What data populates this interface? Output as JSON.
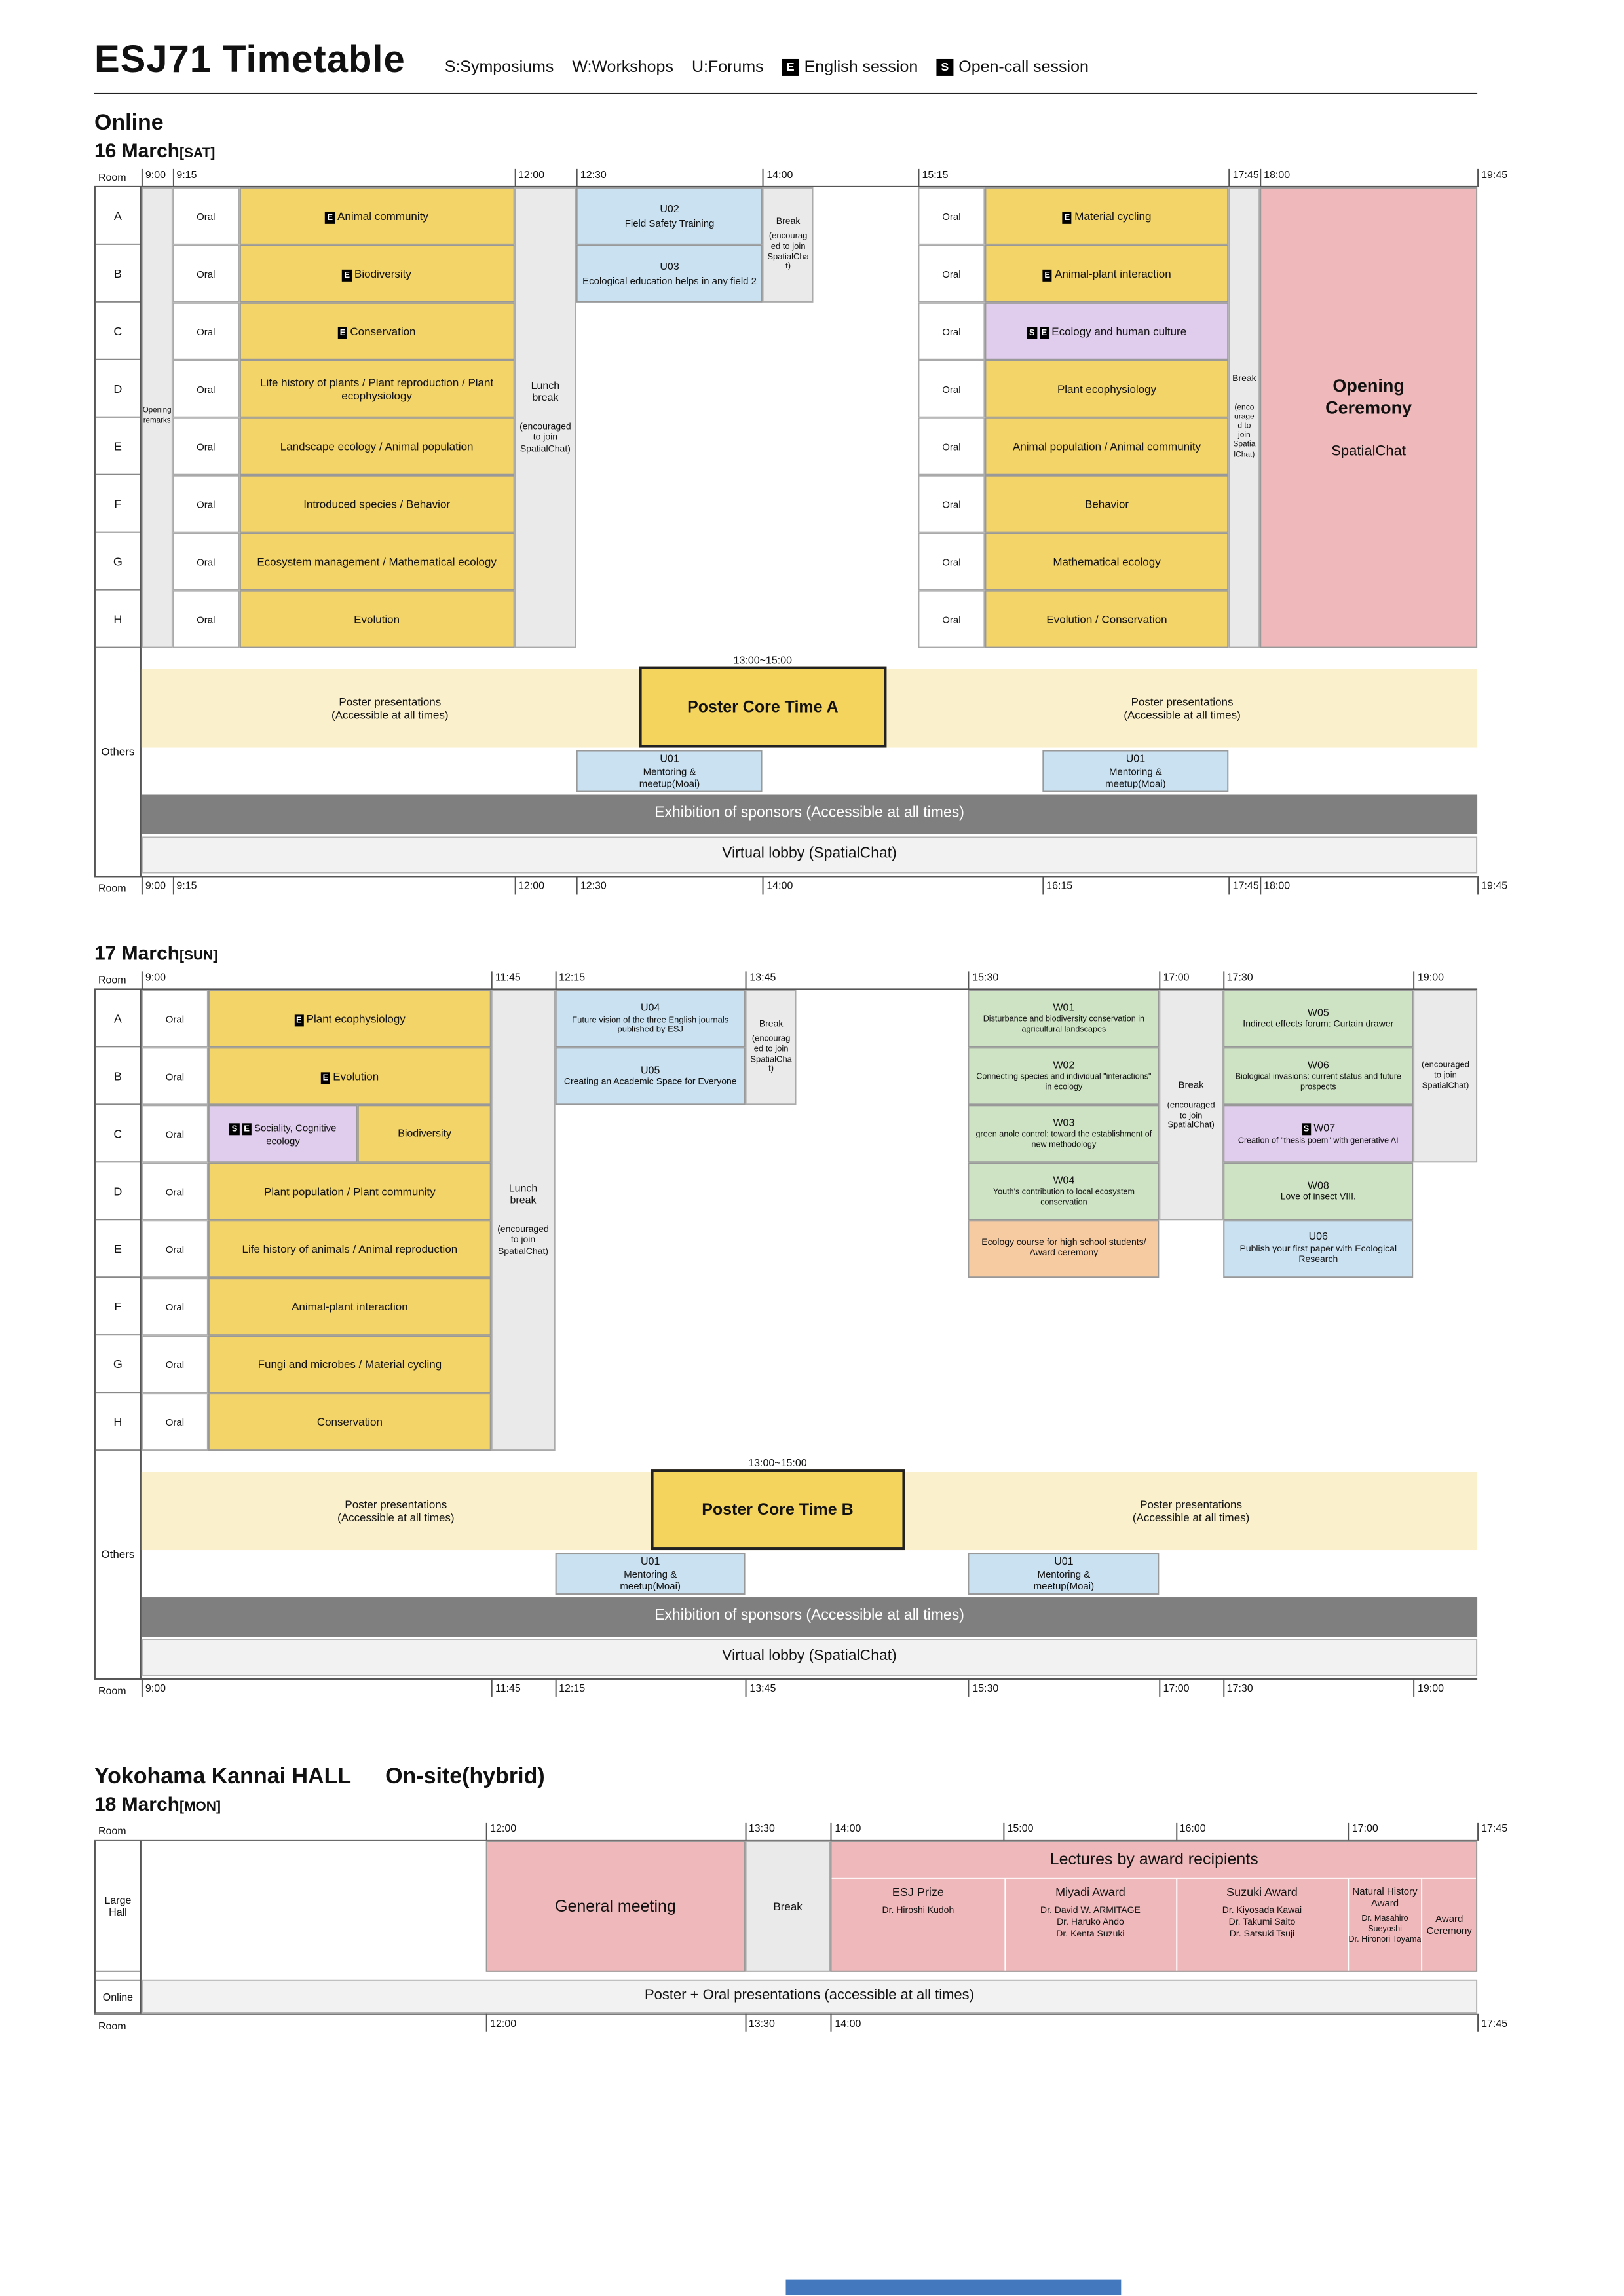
{
  "colors": {
    "session_yellow": "#F3D469",
    "forum_blue": "#C9E1F1",
    "workshop_green": "#CEE3C4",
    "open_call_purple": "#E0CCEC",
    "ceremony_pink": "#EFB9BB",
    "course_orange": "#F6CBA2",
    "poster_cream": "#FAF0CB",
    "break_gray": "#EAEAEA",
    "exhibition_gray": "#7F7F7F",
    "footer_blue": "#4478BE"
  },
  "header": {
    "title": "ESJ71 Timetable",
    "legend": {
      "symposiums": "S:Symposiums",
      "workshops": "W:Workshops",
      "forums": "U:Forums",
      "english_badge": "E",
      "english_label": "English session",
      "open_call_badge": "S",
      "open_call_label": "Open-call session"
    }
  },
  "online_heading": "Online",
  "day16": {
    "date": "16 March",
    "day_tag": "[SAT]",
    "room": "Room",
    "others": "Others",
    "oral": "Oral",
    "ruler_top": [
      "9:00",
      "9:15",
      "12:00",
      "12:30",
      "14:00",
      "15:15",
      "17:45",
      "18:00",
      "19:45"
    ],
    "ruler_bottom": [
      "9:00",
      "9:15",
      "12:00",
      "12:30",
      "14:00",
      "16:15",
      "17:45",
      "18:00",
      "19:45"
    ],
    "row_labels": [
      "A",
      "B",
      "C",
      "D",
      "E",
      "F",
      "G",
      "H"
    ],
    "opening_remarks": "Opening remarks",
    "lunch": {
      "l1": "Lunch break",
      "l2": "(encouraged to join SpatialChat)"
    },
    "break_ab": {
      "l1": "Break",
      "l2": "(encouraged to join SpatialChat)"
    },
    "break_pm": {
      "l1": "Break",
      "l2": "(encouraged to join SpatialChat)"
    },
    "morning": [
      {
        "badge": "E",
        "label": "Animal community"
      },
      {
        "badge": "E",
        "label": "Biodiversity"
      },
      {
        "badge": "E",
        "label": "Conservation"
      },
      {
        "label": "Life history of plants / Plant reproduction / Plant ecophysiology"
      },
      {
        "label": "Landscape ecology / Animal population"
      },
      {
        "label": "Introduced species / Behavior"
      },
      {
        "label": "Ecosystem management / Mathematical ecology"
      },
      {
        "label": "Evolution"
      }
    ],
    "afternoon": [
      {
        "badge": "E",
        "label": "Material cycling"
      },
      {
        "badge": "E",
        "label": "Animal-plant interaction"
      },
      {
        "badge": "S",
        "badge2": "E",
        "label": "Ecology and human culture"
      },
      {
        "label": "Plant ecophysiology"
      },
      {
        "label": "Animal population / Animal community"
      },
      {
        "label": "Behavior"
      },
      {
        "label": "Mathematical ecology"
      },
      {
        "label": "Evolution / Conservation"
      }
    ],
    "u02": {
      "code": "U02",
      "title": "Field Safety Training"
    },
    "u03": {
      "code": "U03",
      "title": "Ecological education helps in any field 2"
    },
    "ceremony": {
      "title": "Opening Ceremony",
      "subtitle": "SpatialChat"
    },
    "core_time": "13:00~15:00",
    "poster": "Poster presentations\n(Accessible at all times)",
    "core_a": "Poster Core Time A",
    "u01": {
      "code": "U01",
      "title": "Mentoring &\nmeetup(Moai)"
    },
    "exhibition": "Exhibition of sponsors (Accessible at all times)",
    "lobby": "Virtual lobby (SpatialChat)"
  },
  "day17": {
    "date": "17 March",
    "day_tag": "[SUN]",
    "room": "Room",
    "others": "Others",
    "oral": "Oral",
    "ruler": [
      "9:00",
      "11:45",
      "12:15",
      "13:45",
      "15:30",
      "17:00",
      "17:30",
      "19:00"
    ],
    "row_labels": [
      "A",
      "B",
      "C",
      "D",
      "E",
      "F",
      "G",
      "H"
    ],
    "lunch": {
      "l1": "Lunch break",
      "l2": "(encouraged to join SpatialChat)"
    },
    "break_ab": {
      "l1": "Break",
      "l2": "(encouraged to join SpatialChat)"
    },
    "break_pm": {
      "l1": "Break",
      "l2": "(encouraged to join SpatialChat)"
    },
    "tail_note": "(encouraged to join SpatialChat)",
    "morning": [
      {
        "badge": "E",
        "label": "Plant ecophysiology"
      },
      {
        "badge": "E",
        "label": "Evolution"
      },
      {
        "badge": "S",
        "badge2": "E",
        "label": "Sociality, Cognitive ecology"
      },
      {
        "label": "Plant population / Plant community"
      },
      {
        "label": "Life history of animals / Animal reproduction"
      },
      {
        "label": "Animal-plant interaction"
      },
      {
        "label": "Fungi and microbes / Material cycling"
      },
      {
        "label": "Conservation"
      }
    ],
    "morning_c2": {
      "label": "Biodiversity"
    },
    "u04": {
      "code": "U04",
      "title": "Future vision of the three English journals published by ESJ"
    },
    "u05": {
      "code": "U05",
      "title": "Creating an Academic Space for Everyone"
    },
    "w01": {
      "code": "W01",
      "title": "Disturbance and biodiversity conservation in agricultural landscapes"
    },
    "w02": {
      "code": "W02",
      "title": "Connecting species and individual \"interactions\" in ecology"
    },
    "w03": {
      "code": "W03",
      "title": "green anole control: toward the establishment of new methodology"
    },
    "w04": {
      "code": "W04",
      "title": "Youth's contribution to local ecosystem conservation"
    },
    "eco_course": "Ecology course for high school students/ Award ceremony",
    "w05": {
      "code": "W05",
      "title": "Indirect effects forum: Curtain drawer"
    },
    "w06": {
      "code": "W06",
      "title": "Biological invasions: current status and future prospects"
    },
    "w07": {
      "badge": "S",
      "code": "W07",
      "title": "Creation of \"thesis poem\" with generative AI"
    },
    "w08": {
      "code": "W08",
      "title": "Love of insect VIII."
    },
    "u06": {
      "code": "U06",
      "title": "Publish your first paper with Ecological Research"
    },
    "core_time": "13:00~15:00",
    "poster": "Poster presentations\n(Accessible at all times)",
    "core_b": "Poster Core Time B",
    "u01": {
      "code": "U01",
      "title": "Mentoring &\nmeetup(Moai)"
    },
    "exhibition": "Exhibition of sponsors (Accessible at all times)",
    "lobby": "Virtual lobby (SpatialChat)"
  },
  "venue_heading": {
    "venue": "Yokohama Kannai HALL",
    "mode": "On-site(hybrid)"
  },
  "day18": {
    "date": "18 March",
    "day_tag": "[MON]",
    "room": "Room",
    "ruler_top": [
      "12:00",
      "13:30",
      "14:00",
      "15:00",
      "16:00",
      "17:00",
      "17:45"
    ],
    "ruler_bottom": [
      "12:00",
      "13:30",
      "14:00",
      "17:45"
    ],
    "large_hall": "Large Hall",
    "online": "Online",
    "general": "General meeting",
    "break": "Break",
    "lectures": "Lectures by award recipients",
    "awards": [
      {
        "name": "ESJ Prize",
        "recipients": "Dr. Hiroshi Kudoh"
      },
      {
        "name": "Miyadi Award",
        "recipients": "Dr. David W. ARMITAGE\nDr. Haruko Ando\nDr. Kenta Suzuki"
      },
      {
        "name": "Suzuki Award",
        "recipients": "Dr. Kiyosada Kawai\nDr. Takumi Saito\nDr. Satsuki Tsuji"
      },
      {
        "name": "Natural History Award",
        "recipients": "Dr. Masahiro Sueyoshi\nDr. Hironori Toyama"
      },
      {
        "name": "Award Ceremony",
        "recipients": ""
      }
    ],
    "online_bar": "Poster + Oral presentations (accessible at all times)"
  }
}
